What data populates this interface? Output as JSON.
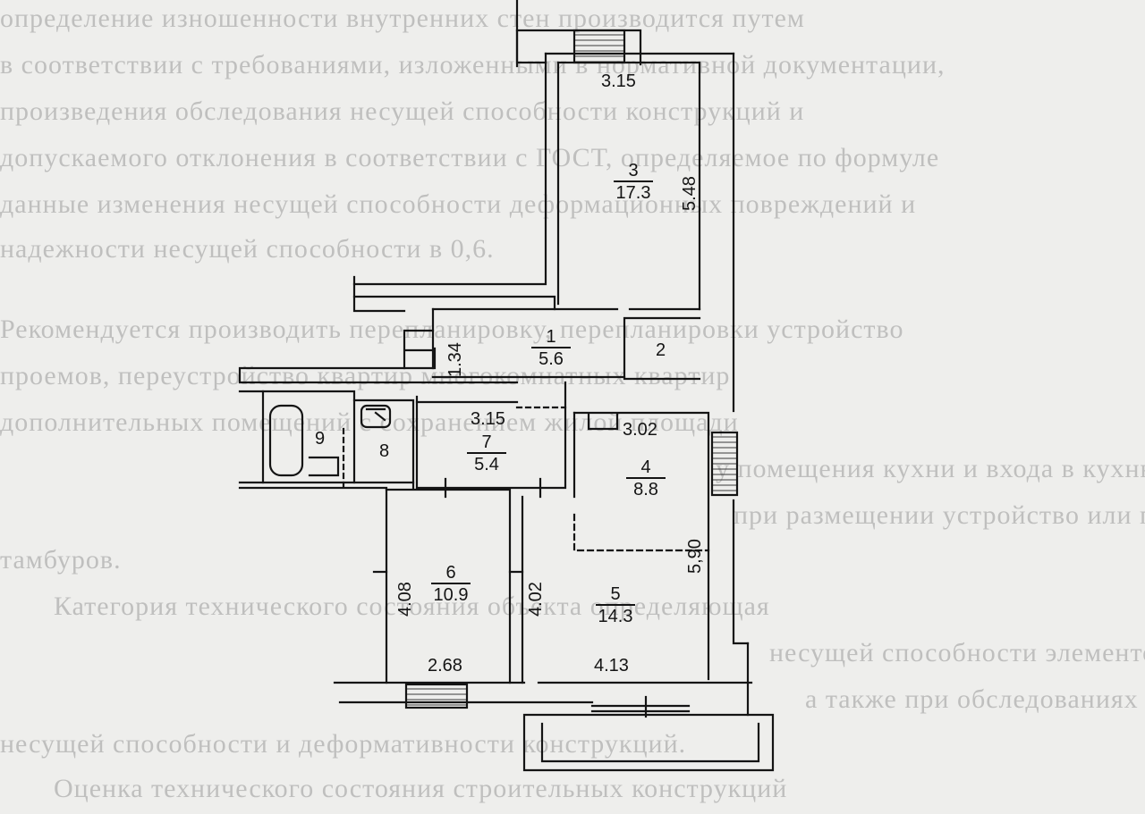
{
  "background_text": [
    "определение изношенности внутренних стен производится путем",
    "в соответствии с требованиями, изложенными в нормативной документации,",
    "произведения обследования несущей способности конструкций и",
    "допускаемого отклонения в соответствии с ГОСТ, определяемое по формуле",
    "данные изменения несущей способности деформационных повреждений и",
    "надежности несущей способности в 0,6.",
    "Рекомендуется производить перепланировку, перепланировки устройство",
    "проемов, переустройство квартир многокомнатных квартир",
    "дополнительных помещений с сохранением жилой площади",
    "у помещения кухни и входа в кухню",
    "при размещении устройство или переоборудование",
    "тамбуров.",
    "Категория технического состояния объекта определяющая",
    "несущей способности элементов конструкций и сохранение в",
    "а также при обследованиях и оценке технического состояния",
    "несущей способности и деформативности конструкций.",
    "Оценка технического состояния строительных конструкций"
  ],
  "rooms": [
    {
      "id": "3",
      "area": "17.3"
    },
    {
      "id": "1",
      "area": "5.6"
    },
    {
      "id": "2",
      "area": ""
    },
    {
      "id": "7",
      "area": "5.4"
    },
    {
      "id": "4",
      "area": "8.8"
    },
    {
      "id": "9",
      "area": ""
    },
    {
      "id": "8",
      "area": ""
    },
    {
      "id": "6",
      "area": "10.9"
    },
    {
      "id": "5",
      "area": "14.3"
    }
  ],
  "dimensions": {
    "d_3_15_top": "3.15",
    "d_5_48": "5.48",
    "d_1_34": "1.34",
    "d_3_15_mid": "3.15",
    "d_3_02": "3.02",
    "d_5_90": "5,90",
    "d_4_08": "4.08",
    "d_4_02": "4.02",
    "d_2_68": "2.68",
    "d_4_13": "4.13"
  },
  "colors": {
    "ink": "#141414",
    "paper": "#eeeeec",
    "hatch": "#3a3a3a"
  }
}
